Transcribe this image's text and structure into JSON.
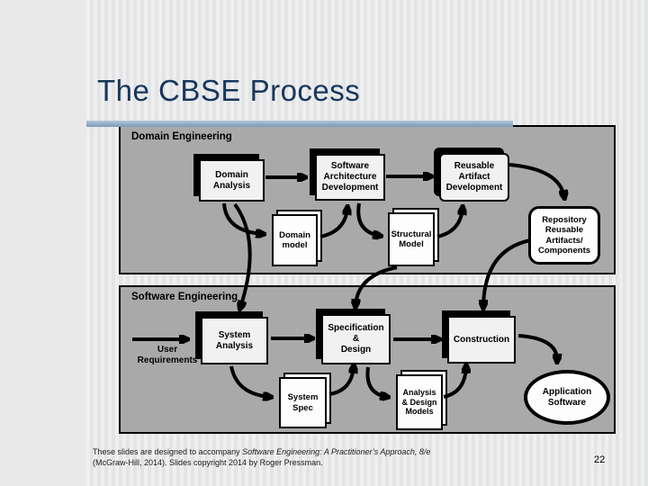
{
  "slide": {
    "title": "The CBSE Process",
    "page_number": "22",
    "accent_color": "#17375d",
    "bar_color": "#8aa6c3",
    "footer": {
      "line1_regular": "These slides are designed to accompany ",
      "line1_italic": "Software Engineering: A Practitioner’s Approach, 8/e",
      "line2": "(McGraw-Hill, 2014). Slides copyright 2014 by Roger Pressman."
    }
  },
  "diagram": {
    "panels": {
      "domain_engineering": "Domain Engineering",
      "software_engineering": "Software Engineering"
    },
    "nodes": {
      "domain_analysis": "Domain\nAnalysis",
      "software_architecture": "Software\nArchitecture\nDevelopment",
      "reusable_artifact": "Reusable\nArtifact\nDevelopment",
      "repository": "Repository\nReusable\nArtifacts/\nComponents",
      "domain_model": "Domain\nmodel",
      "structural_model": "Structural\nModel",
      "user_requirements": "User\nRequirements",
      "system_analysis": "System\nAnalysis",
      "specification_design": "Specification\n&\nDesign",
      "construction": "Construction",
      "system_spec": "System\nSpec",
      "analysis_design_models": "Analysis\n& Design\nModels",
      "application_software": "Application\nSoftware"
    }
  }
}
